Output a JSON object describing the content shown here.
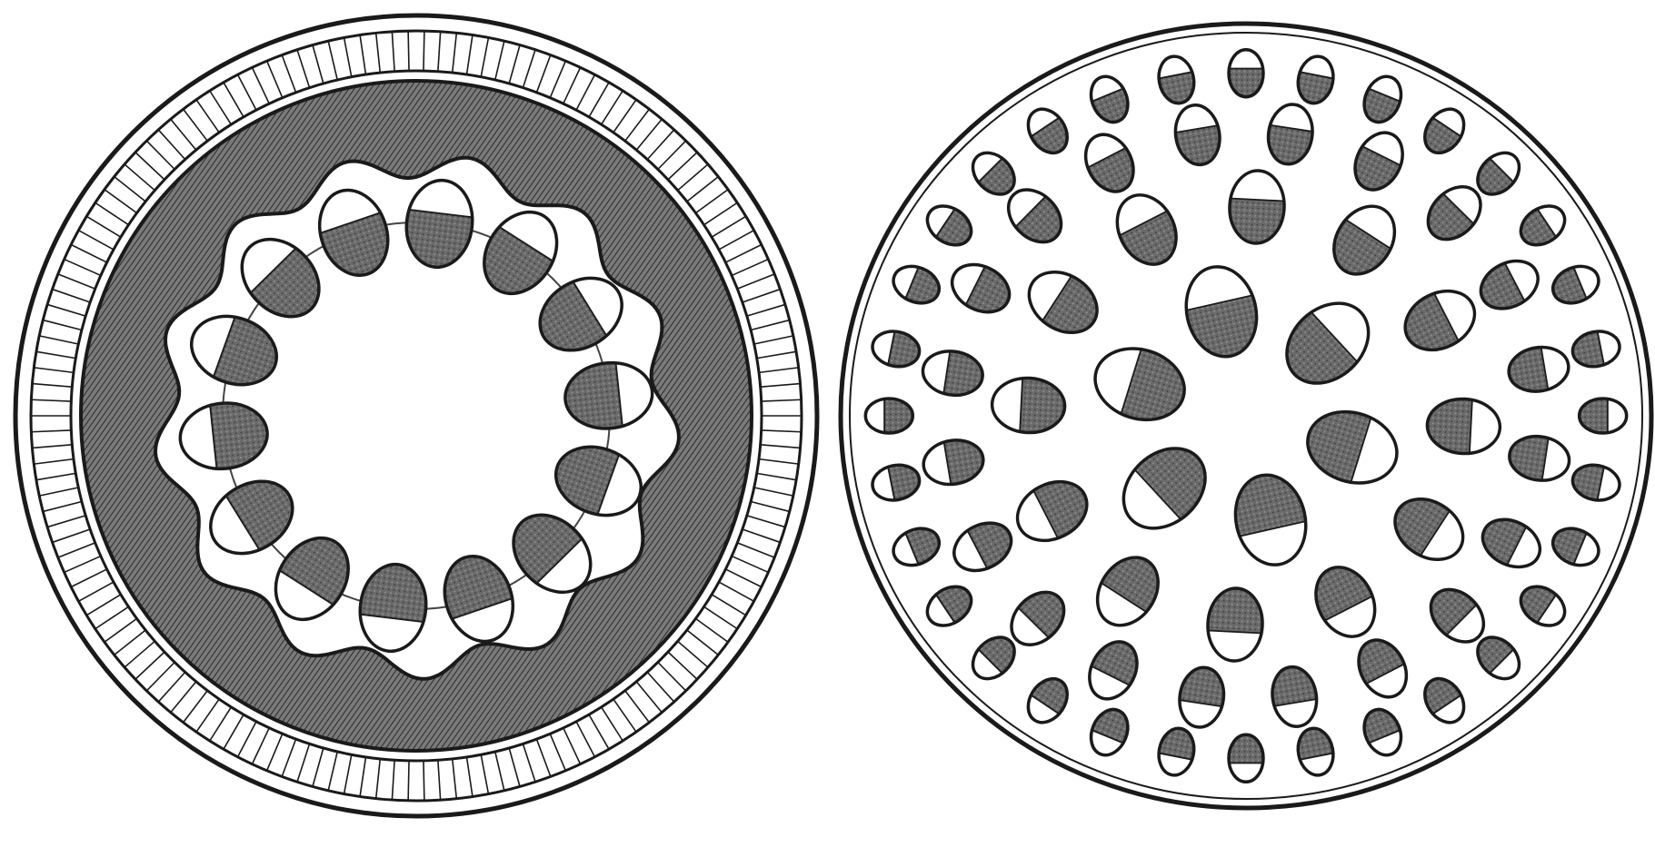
{
  "figure": {
    "left_panel": "dicot-stem-cross-section",
    "right_panel": "monocot-stem-cross-section",
    "ink_color": "#1a1a1a",
    "shading_color": "#5a5a5a",
    "background_color": "#ffffff",
    "left_bundle_count": 14,
    "right_bundle_count": 70
  }
}
